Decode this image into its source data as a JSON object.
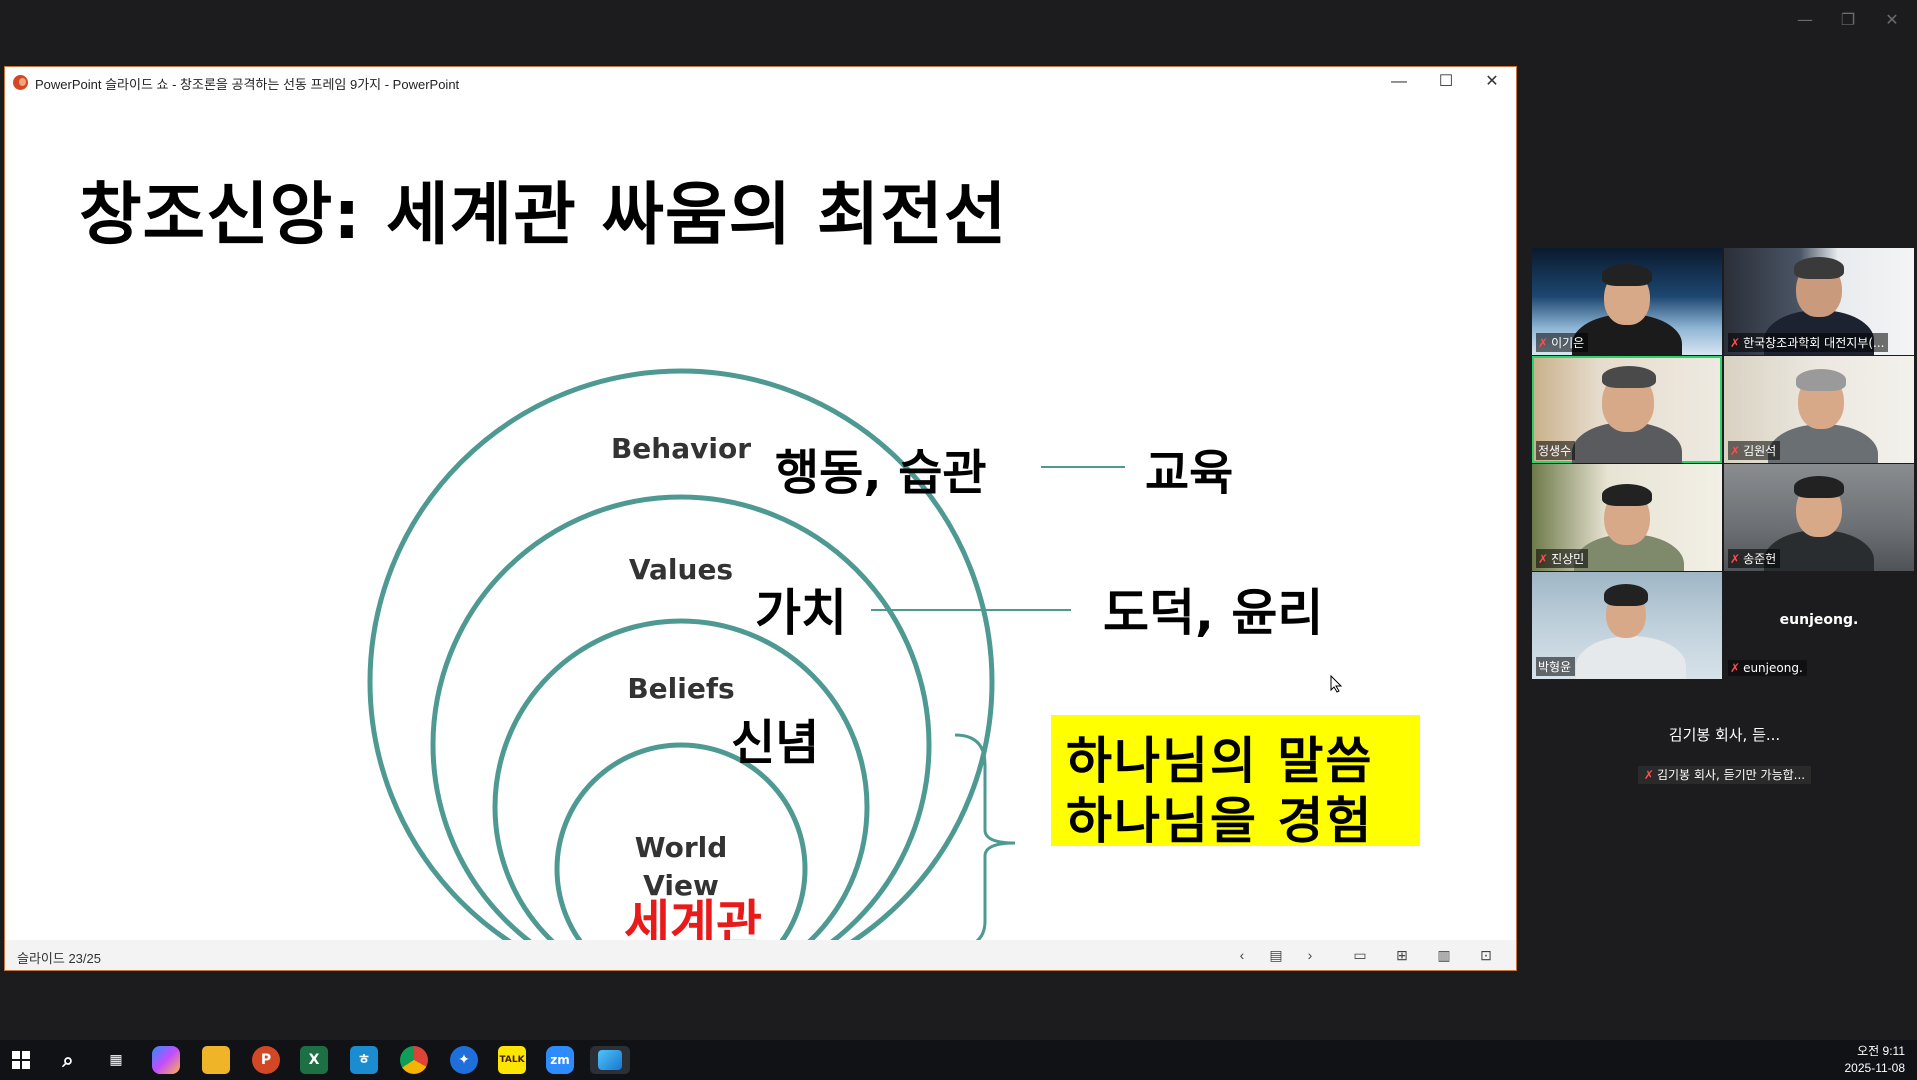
{
  "window": {
    "title": "PowerPoint 슬라이드 쇼  -  창조론을 공격하는 선동 프레임 9가지 - PowerPoint",
    "minimize": "—",
    "maximize": "☐",
    "close": "✕"
  },
  "slide": {
    "title": "창조신앙: 세계관 싸움의 최전선",
    "labels": {
      "behavior": "Behavior",
      "values": "Values",
      "beliefs": "Beliefs",
      "worldview1": "World",
      "worldview2": "View",
      "worldview_kr": "세계관",
      "behavior_kr": "행동, 습관",
      "education": "교육",
      "values_kr": "가치",
      "morality": "도덕, 윤리",
      "beliefs_kr": "신념"
    },
    "box_line1": "하나님의 말씀",
    "box_line2": "하나님을 경험",
    "colors": {
      "circle": "#4e9a93",
      "worldview": "#e81a1a",
      "box": "#ffff00"
    }
  },
  "statusbar": {
    "slide_counter": "슬라이드 23/25",
    "prev": "‹",
    "next": "›"
  },
  "participants": [
    {
      "name": "이기은",
      "muted": true
    },
    {
      "name": "한국창조과학회 대전지부(...",
      "muted": true
    },
    {
      "name": "정생수",
      "muted": false,
      "active": true
    },
    {
      "name": "김원석",
      "muted": true
    },
    {
      "name": "진상민",
      "muted": true
    },
    {
      "name": "송준헌",
      "muted": true
    },
    {
      "name": "박형윤",
      "muted": false
    },
    {
      "name": "eunjeong.",
      "muted": true,
      "video": false
    }
  ],
  "caller": {
    "short": "김기봉 회사, 듣...",
    "full": "김기봉 회사, 듣기만 가능합..."
  },
  "taskbar": {
    "apps": [
      "start-icon",
      "search-icon",
      "task-view-icon",
      "copilot-icon",
      "file-explorer-icon",
      "powerpoint-icon",
      "excel-icon",
      "hangul-icon",
      "chrome-icon",
      "remote-icon",
      "kakaotalk-icon",
      "zoom-icon",
      "paint-icon"
    ],
    "excel_label": "X",
    "hangul_label": "ㅎ",
    "kakao_label": "TALK",
    "zoom_label": "zm",
    "time": "오전 9:11",
    "date": "2025-11-08"
  }
}
